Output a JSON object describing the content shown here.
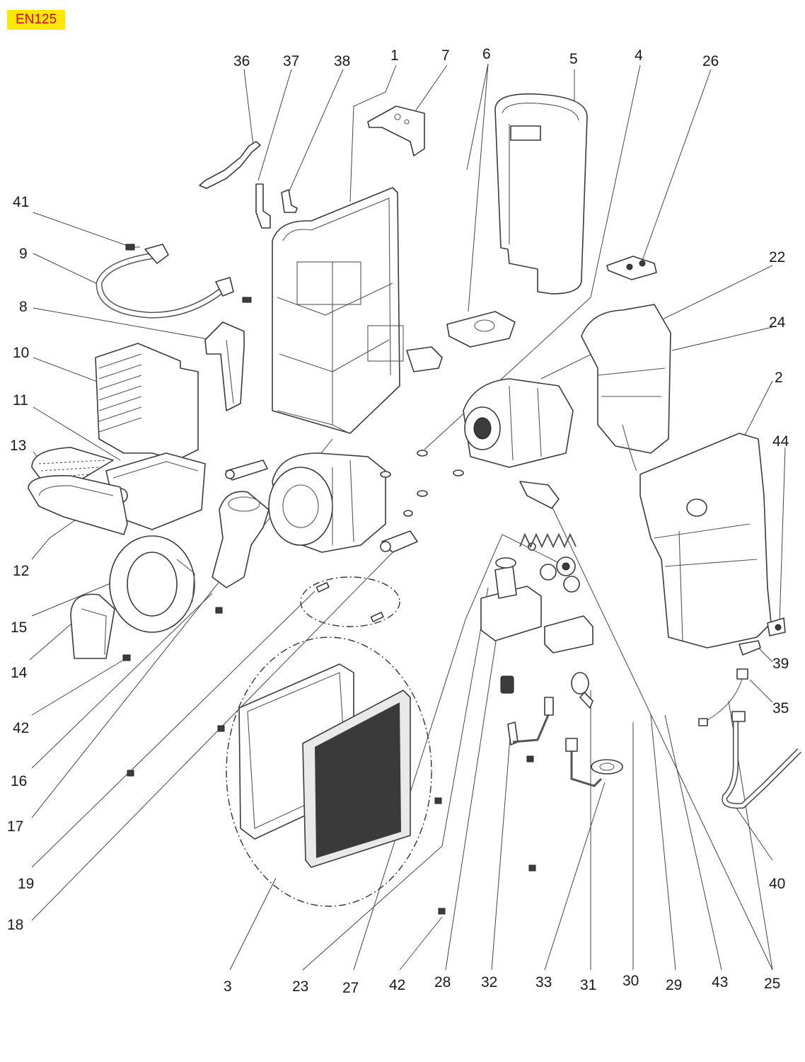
{
  "model": "EN125",
  "labels": [
    {
      "id": "36",
      "text": "36"
    },
    {
      "id": "37",
      "text": "37"
    },
    {
      "id": "38",
      "text": "38"
    },
    {
      "id": "1",
      "text": "1"
    },
    {
      "id": "7",
      "text": "7"
    },
    {
      "id": "6",
      "text": "6"
    },
    {
      "id": "5",
      "text": "5"
    },
    {
      "id": "4",
      "text": "4"
    },
    {
      "id": "26",
      "text": "26"
    },
    {
      "id": "41",
      "text": "41"
    },
    {
      "id": "9",
      "text": "9"
    },
    {
      "id": "22",
      "text": "22"
    },
    {
      "id": "8",
      "text": "8"
    },
    {
      "id": "24",
      "text": "24"
    },
    {
      "id": "10",
      "text": "10"
    },
    {
      "id": "2",
      "text": "2"
    },
    {
      "id": "11",
      "text": "11"
    },
    {
      "id": "13",
      "text": "13"
    },
    {
      "id": "44",
      "text": "44"
    },
    {
      "id": "12",
      "text": "12"
    },
    {
      "id": "15",
      "text": "15"
    },
    {
      "id": "14",
      "text": "14"
    },
    {
      "id": "39",
      "text": "39"
    },
    {
      "id": "35",
      "text": "35"
    },
    {
      "id": "42a",
      "text": "42"
    },
    {
      "id": "16",
      "text": "16"
    },
    {
      "id": "17",
      "text": "17"
    },
    {
      "id": "19",
      "text": "19"
    },
    {
      "id": "40",
      "text": "40"
    },
    {
      "id": "18",
      "text": "18"
    },
    {
      "id": "3",
      "text": "3"
    },
    {
      "id": "23",
      "text": "23"
    },
    {
      "id": "27",
      "text": "27"
    },
    {
      "id": "42b",
      "text": "42"
    },
    {
      "id": "28",
      "text": "28"
    },
    {
      "id": "32",
      "text": "32"
    },
    {
      "id": "33",
      "text": "33"
    },
    {
      "id": "31",
      "text": "31"
    },
    {
      "id": "30",
      "text": "30"
    },
    {
      "id": "29",
      "text": "29"
    },
    {
      "id": "43",
      "text": "43"
    },
    {
      "id": "25",
      "text": "25"
    }
  ]
}
